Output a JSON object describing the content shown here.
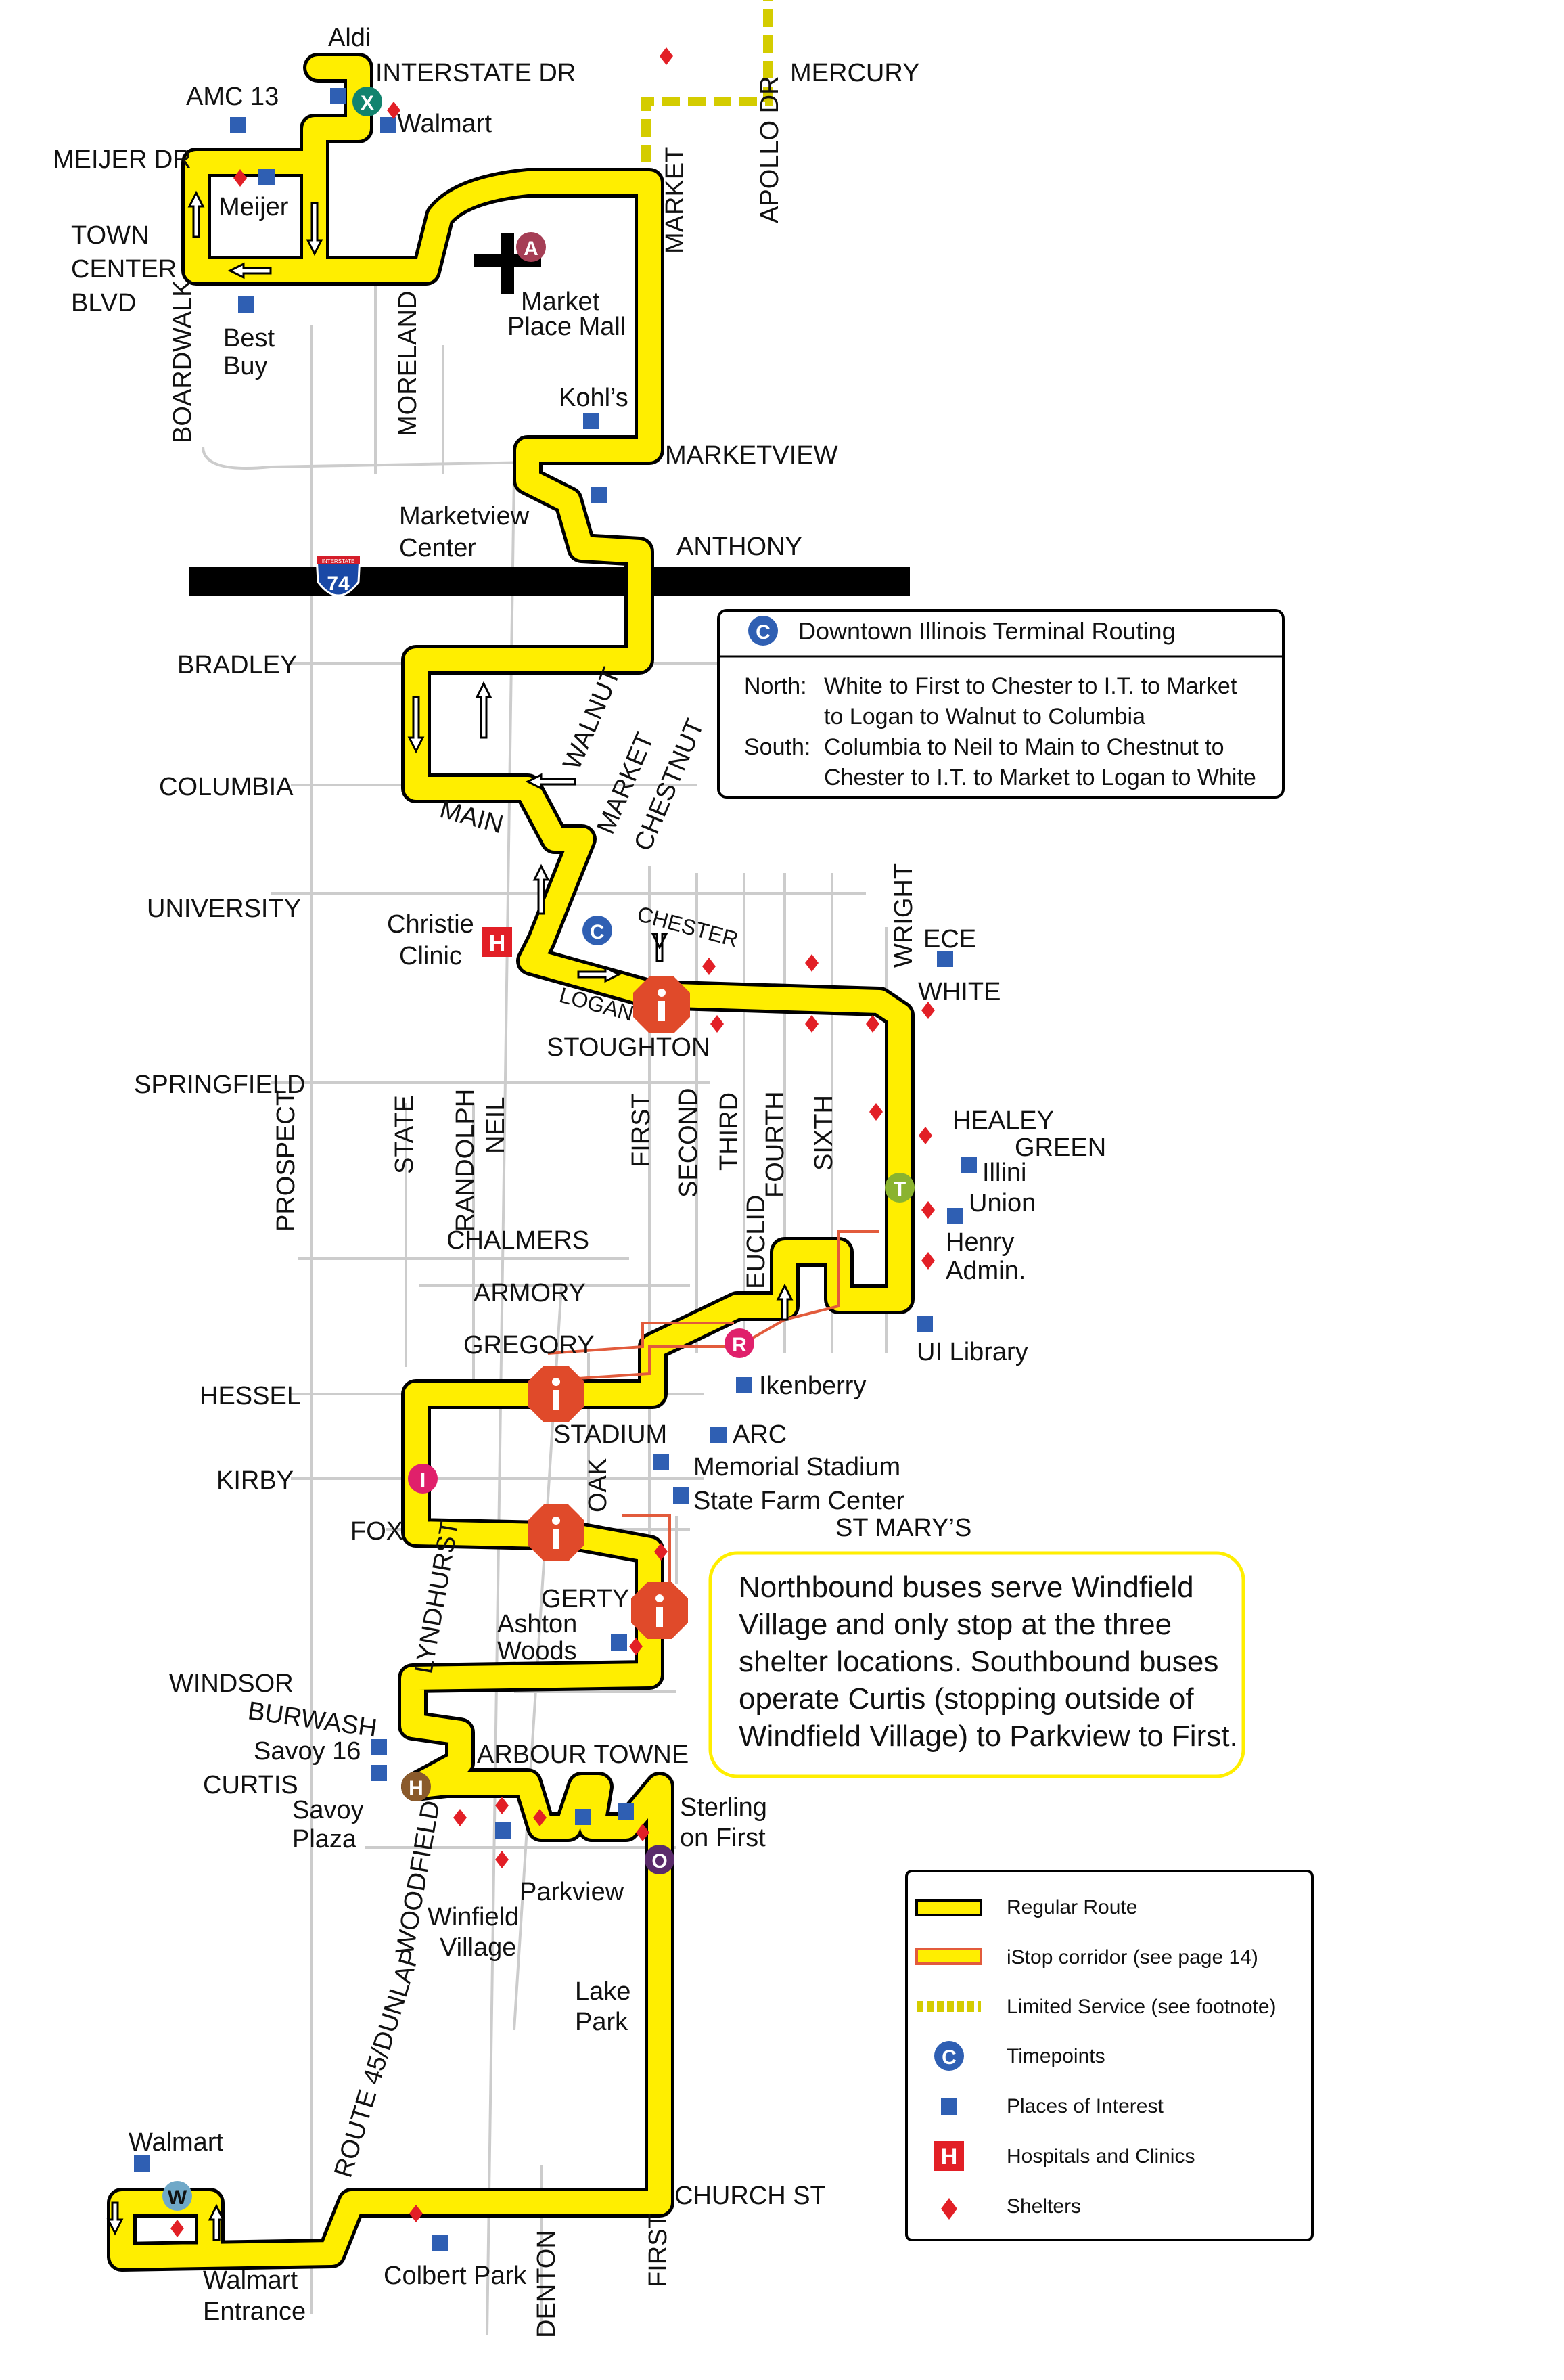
{
  "colors": {
    "route": "#ffee00",
    "route_outline": "#000000",
    "istop": "#e25b3c",
    "limited": "#d4cc00",
    "poi": "#2f5fb3",
    "shelter": "#e21f26",
    "hospital": "#e21f26",
    "interstate": "#000000",
    "street": "#cccccc"
  },
  "streets": {
    "aldi": "Aldi",
    "interstate_dr": "INTERSTATE DR",
    "amc13": "AMC 13",
    "walmart_north": "Walmart",
    "mercury": "MERCURY",
    "apollo_dr": "APOLLO DR",
    "meijer_dr": "MEIJER DR",
    "meijer": "Meijer",
    "town_center_1": "TOWN",
    "town_center_2": "CENTER",
    "town_center_3": "BLVD",
    "market_north": "MARKET",
    "market_place_1": "Market",
    "market_place_2": "Place Mall",
    "best_buy_1": "Best",
    "best_buy_2": "Buy",
    "boardwalk": "BOARDWALK",
    "moreland": "MORELAND",
    "kohls": "Kohl’s",
    "marketview": "MARKETVIEW",
    "marketview_center_1": "Marketview",
    "marketview_center_2": "Center",
    "anthony": "ANTHONY",
    "i74": "74",
    "interstate_shield": "INTERSTATE",
    "bradley": "BRADLEY",
    "columbia": "COLUMBIA",
    "walnut": "WALNUT",
    "market_mid": "MARKET",
    "chestnut": "CHESTNUT",
    "main": "MAIN",
    "university": "UNIVERSITY",
    "christie_1": "Christie",
    "christie_2": "Clinic",
    "chester": "CHESTER",
    "logan": "LOGAN",
    "stoughton": "STOUGHTON",
    "wright": "WRIGHT",
    "ece": "ECE",
    "white": "WHITE",
    "springfield": "SPRINGFIELD",
    "prospect": "PROSPECT",
    "state": "STATE",
    "randolph": "RANDOLPH",
    "neil": "NEIL",
    "first_mid": "FIRST",
    "second": "SECOND",
    "third": "THIRD",
    "fourth": "FOURTH",
    "sixth": "SIXTH",
    "healey": "HEALEY",
    "green": "GREEN",
    "illini_1": "Illini",
    "illini_2": "Union",
    "henry_1": "Henry",
    "henry_2": "Admin.",
    "chalmers": "CHALMERS",
    "euclid": "EUCLID",
    "armory": "ARMORY",
    "gregory": "GREGORY",
    "ui_library": "UI Library",
    "hessel": "HESSEL",
    "ikenberry": "Ikenberry",
    "stadium": "STADIUM",
    "arc": "ARC",
    "memorial_stadium": "Memorial Stadium",
    "kirby": "KIRBY",
    "oak": "OAK",
    "state_farm": "State Farm Center",
    "fox": "FOX",
    "st_marys": "ST MARY’S",
    "lyndhurst": "LYNDHURST",
    "gerty": "GERTY",
    "ashton_1": "Ashton",
    "ashton_2": "Woods",
    "windsor": "WINDSOR",
    "burwash": "BURWASH",
    "savoy16": "Savoy 16",
    "arbour_towne": "ARBOUR TOWNE",
    "curtis": "CURTIS",
    "savoy_plaza_1": "Savoy",
    "savoy_plaza_2": "Plaza",
    "sterling_1": "Sterling",
    "sterling_2": "on First",
    "woodfield": "WOODFIELD",
    "winfield_1": "Winfield",
    "winfield_2": "Village",
    "parkview": "Parkview",
    "lake_park_1": "Lake",
    "lake_park_2": "Park",
    "route45": "ROUTE 45/DUNLAP",
    "walmart_south": "Walmart",
    "church_st": "CHURCH ST",
    "walmart_entrance_1": "Walmart",
    "walmart_entrance_2": "Entrance",
    "colbert_park": "Colbert Park",
    "denton": "DENTON",
    "first_south": "FIRST"
  },
  "timepoints": {
    "x": "X",
    "a": "A",
    "c": "C",
    "t": "T",
    "r": "R",
    "i": "I",
    "h": "H",
    "o": "O",
    "w": "W"
  },
  "hospital_symbol": "H",
  "downtown_box": {
    "badge": "C",
    "title": "Downtown Illinois Terminal Routing",
    "north_label": "North:",
    "north_line1": "White to First to Chester to I.T. to Market",
    "north_line2": "to Logan to Walnut to Columbia",
    "south_label": "South:",
    "south_line1": "Columbia to Neil to Main to Chestnut to",
    "south_line2": "Chester to I.T. to Market to Logan to White"
  },
  "windfield_note": {
    "line1": "Northbound buses serve Windfield",
    "line2": "Village and only stop at the three",
    "line3": "shelter locations. Southbound buses",
    "line4": "operate Curtis (stopping outside of",
    "line5": "Windfield Village) to Parkview to First."
  },
  "legend": {
    "regular_route": "Regular Route",
    "istop": "iStop corridor (see page 14)",
    "limited": "Limited Service (see footnote)",
    "timepoints_badge": "C",
    "timepoints": "Timepoints",
    "places": "Places of Interest",
    "hospital_badge": "H",
    "hospitals": "Hospitals and Clinics",
    "shelters": "Shelters"
  }
}
